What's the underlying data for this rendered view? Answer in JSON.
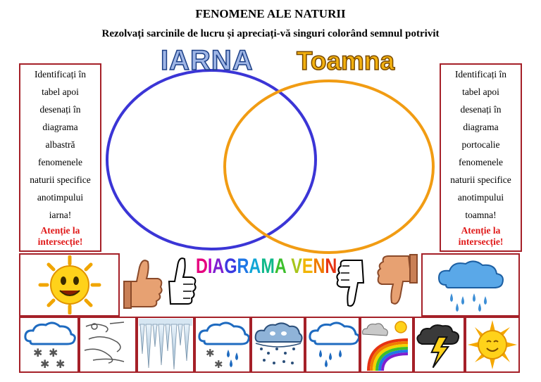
{
  "header": {
    "title": "FENOMENE ALE NATURII",
    "subtitle": "Rezolvați sarcinile de lucru și apreciați-vă singuri colorând semnul potrivit"
  },
  "venn": {
    "left_label": "IARNA",
    "right_label": "Toamna",
    "left_color": "#3b35d6",
    "right_color": "#f19c13"
  },
  "instructions_left": {
    "lines": [
      "Identificați în",
      "tabel apoi",
      "desenați în",
      "diagrama",
      "albastră",
      "fenomenele",
      "naturii specifice",
      "anotimpului",
      "iarna!"
    ],
    "warning_lines": [
      "Atenție la",
      "intersecție!"
    ]
  },
  "instructions_right": {
    "lines": [
      "Identificați în",
      "tabel apoi",
      "desenați în",
      "diagrama",
      "portocalie",
      "fenomenele",
      "naturii specifice",
      "anotimpului",
      "toamna!"
    ],
    "warning_lines": [
      "Atenție la",
      "intersecție!"
    ]
  },
  "diagram_title": {
    "letters": [
      "D",
      "I",
      "A",
      "G",
      "R",
      "A",
      "M",
      "A",
      " ",
      "V",
      "E",
      "N",
      "N"
    ],
    "colors": [
      "#e6007e",
      "#b400c8",
      "#7d1fd0",
      "#3a3ae0",
      "#1f77e6",
      "#11a6d6",
      "#10b98a",
      "#3cbf2c",
      "#000000",
      "#a7c51b",
      "#f1b400",
      "#f07c00",
      "#e63312"
    ]
  },
  "icons": {
    "top_left": "sun-icon",
    "top_right": "rain-cloud-icon",
    "thumbs": [
      "thumbs-up-photo-icon",
      "thumbs-up-outline-icon",
      "thumbs-down-outline-icon",
      "thumbs-down-photo-icon"
    ],
    "bottom_row": [
      "snow-cloud-icon",
      "wind-icon",
      "icicles-icon",
      "snow-rain-cloud-icon",
      "storm-cloud-icon",
      "rain-cloud-icon",
      "rainbow-icon",
      "lightning-icon",
      "sun-icon"
    ]
  }
}
